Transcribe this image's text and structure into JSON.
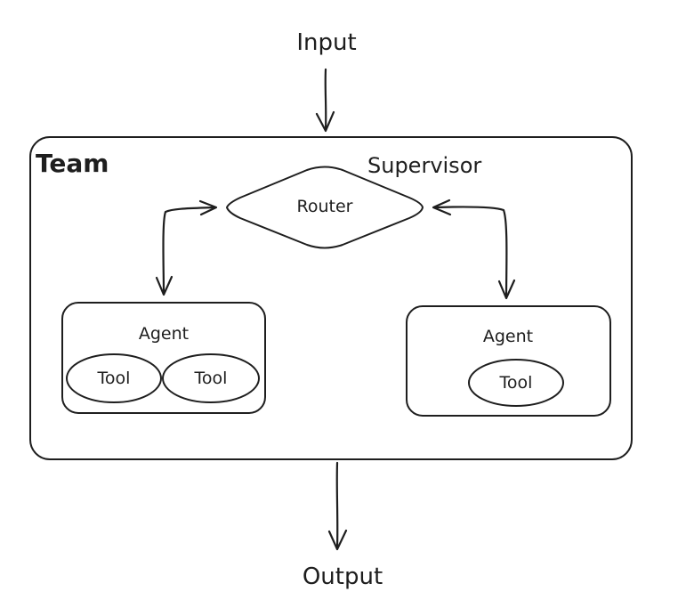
{
  "input_label": "Input",
  "output_label": "Output",
  "team": {
    "label": "Team"
  },
  "supervisor": {
    "label": "Supervisor",
    "color": "#e03131"
  },
  "router": {
    "label": "Router"
  },
  "agents": [
    {
      "label": "Agent",
      "tools": [
        "Tool",
        "Tool"
      ]
    },
    {
      "label": "Agent",
      "tools": [
        "Tool"
      ]
    }
  ],
  "stroke_color": "#1e1e1e"
}
